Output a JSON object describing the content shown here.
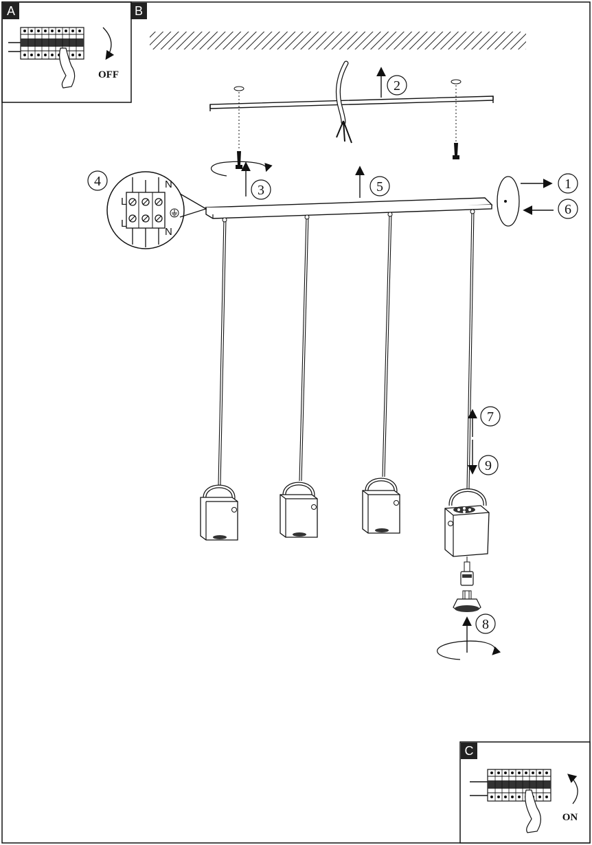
{
  "panels": {
    "a": {
      "tag": "A",
      "switch_label": "OFF"
    },
    "b": {
      "tag": "B"
    },
    "c": {
      "tag": "C",
      "switch_label": "ON"
    }
  },
  "steps": [
    "1",
    "2",
    "3",
    "4",
    "5",
    "6",
    "7",
    "8",
    "9"
  ],
  "terminal_block": {
    "top_labels": [
      "L",
      "N"
    ],
    "bottom_labels": [
      "L",
      "N"
    ]
  }
}
